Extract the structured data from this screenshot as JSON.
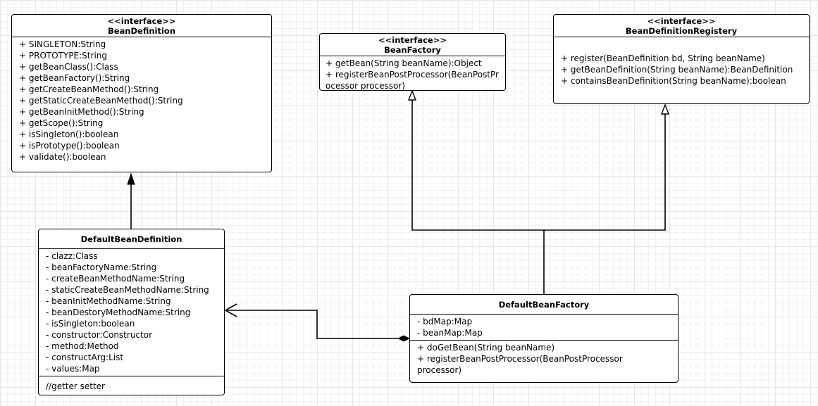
{
  "classes": {
    "bean_definition": {
      "stereotype": "<<interface>>",
      "name": "BeanDefinition",
      "members": [
        "+ SINGLETON:String",
        "+ PROTOTYPE:String",
        "+ getBeanClass():Class",
        "+ getBeanFactory():String",
        "+ getCreateBeanMethod():String",
        "+ getStaticCreateBeanMethod():String",
        "+ getBeanInitMethod():String",
        "+ getScope():String",
        "+ isSingleton():boolean",
        "+ isPrototype():boolean",
        "+ validate():boolean"
      ]
    },
    "bean_factory": {
      "stereotype": "<<interface>>",
      "name": "BeanFactory",
      "members": [
        "+ getBean(String beanName):Object",
        "+ registerBeanPostProcessor(BeanPostProcessor processor)"
      ]
    },
    "bean_definition_registery": {
      "stereotype": "<<interface>>",
      "name": "BeanDefinitionRegistery",
      "members": [
        "+ register(BeanDefinition bd, String beanName)",
        "+ getBeanDefinition(String beanName):BeanDefinition",
        "+ containsBeanDefinition(String beanName):boolean"
      ]
    },
    "default_bean_definition": {
      "name": "DefaultBeanDefinition",
      "attributes": [
        "- clazz:Class",
        "- beanFactoryName:String",
        "- createBeanMethodName:String",
        "- staticCreateBeanMethodName:String",
        "- beanInitMethodName:String",
        "- beanDestoryMethodName:String",
        "- isSingleton:boolean",
        "- constructor:Constructor",
        "- method:Method",
        "- constructArg:List",
        "- values:Map"
      ],
      "operations": [
        "//getter setter"
      ]
    },
    "default_bean_factory": {
      "name": "DefaultBeanFactory",
      "attributes": [
        "- bdMap:Map",
        "- beanMap:Map"
      ],
      "operations": [
        "+ doGetBean(String beanName)",
        "+ registerBeanPostProcessor(BeanPostProcessor processor)"
      ]
    }
  }
}
